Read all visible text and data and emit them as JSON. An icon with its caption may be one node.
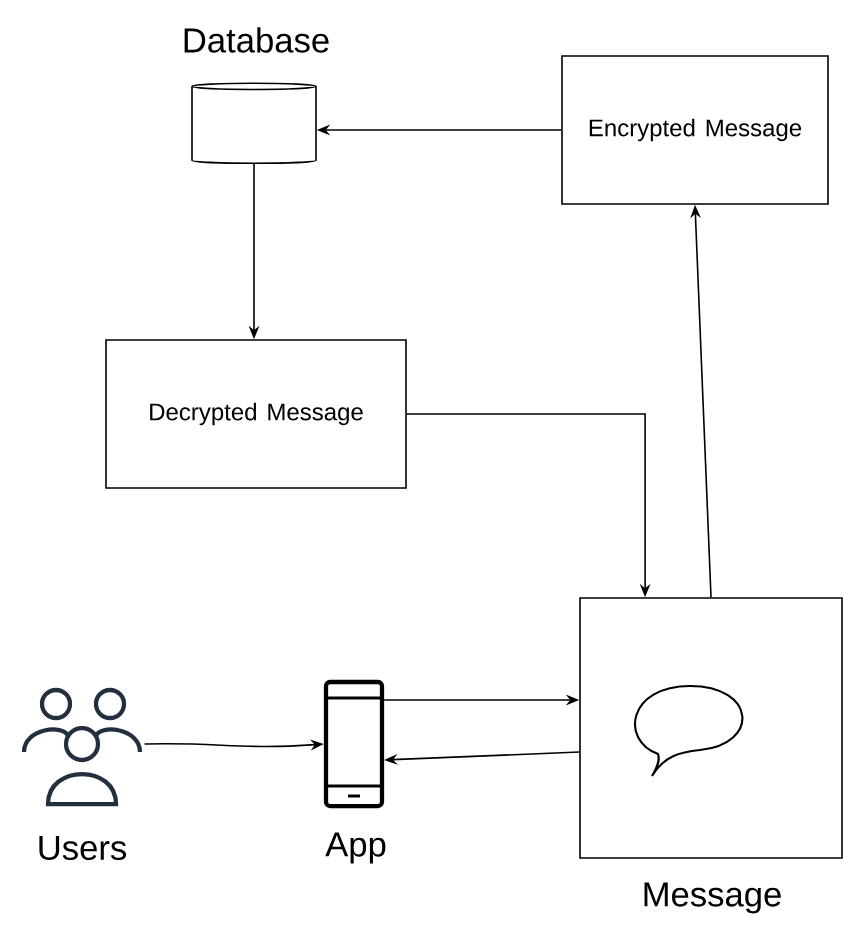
{
  "diagram": {
    "nodes": [
      {
        "text": [
          "Database"
        ]
      },
      {
        "text": [
          "Encrypted Message"
        ]
      },
      {
        "text": [
          "Decrypted Message"
        ]
      },
      {
        "text": [
          "Users"
        ]
      },
      {
        "text": [
          "App"
        ]
      },
      {
        "text": [
          "Message"
        ]
      }
    ],
    "edges": [
      {
        "from": 1,
        "to": 0,
        "arrow": "to"
      },
      {
        "from": 0,
        "to": 2,
        "arrow": "to"
      },
      {
        "from": 2,
        "to": 5,
        "arrow": "to"
      },
      {
        "from": 5,
        "to": 1,
        "arrow": "to"
      },
      {
        "from": 3,
        "to": 4,
        "arrow": "to"
      },
      {
        "from": 4,
        "to": 5,
        "arrow": "to"
      },
      {
        "from": 5,
        "to": 4,
        "arrow": "to"
      }
    ]
  }
}
